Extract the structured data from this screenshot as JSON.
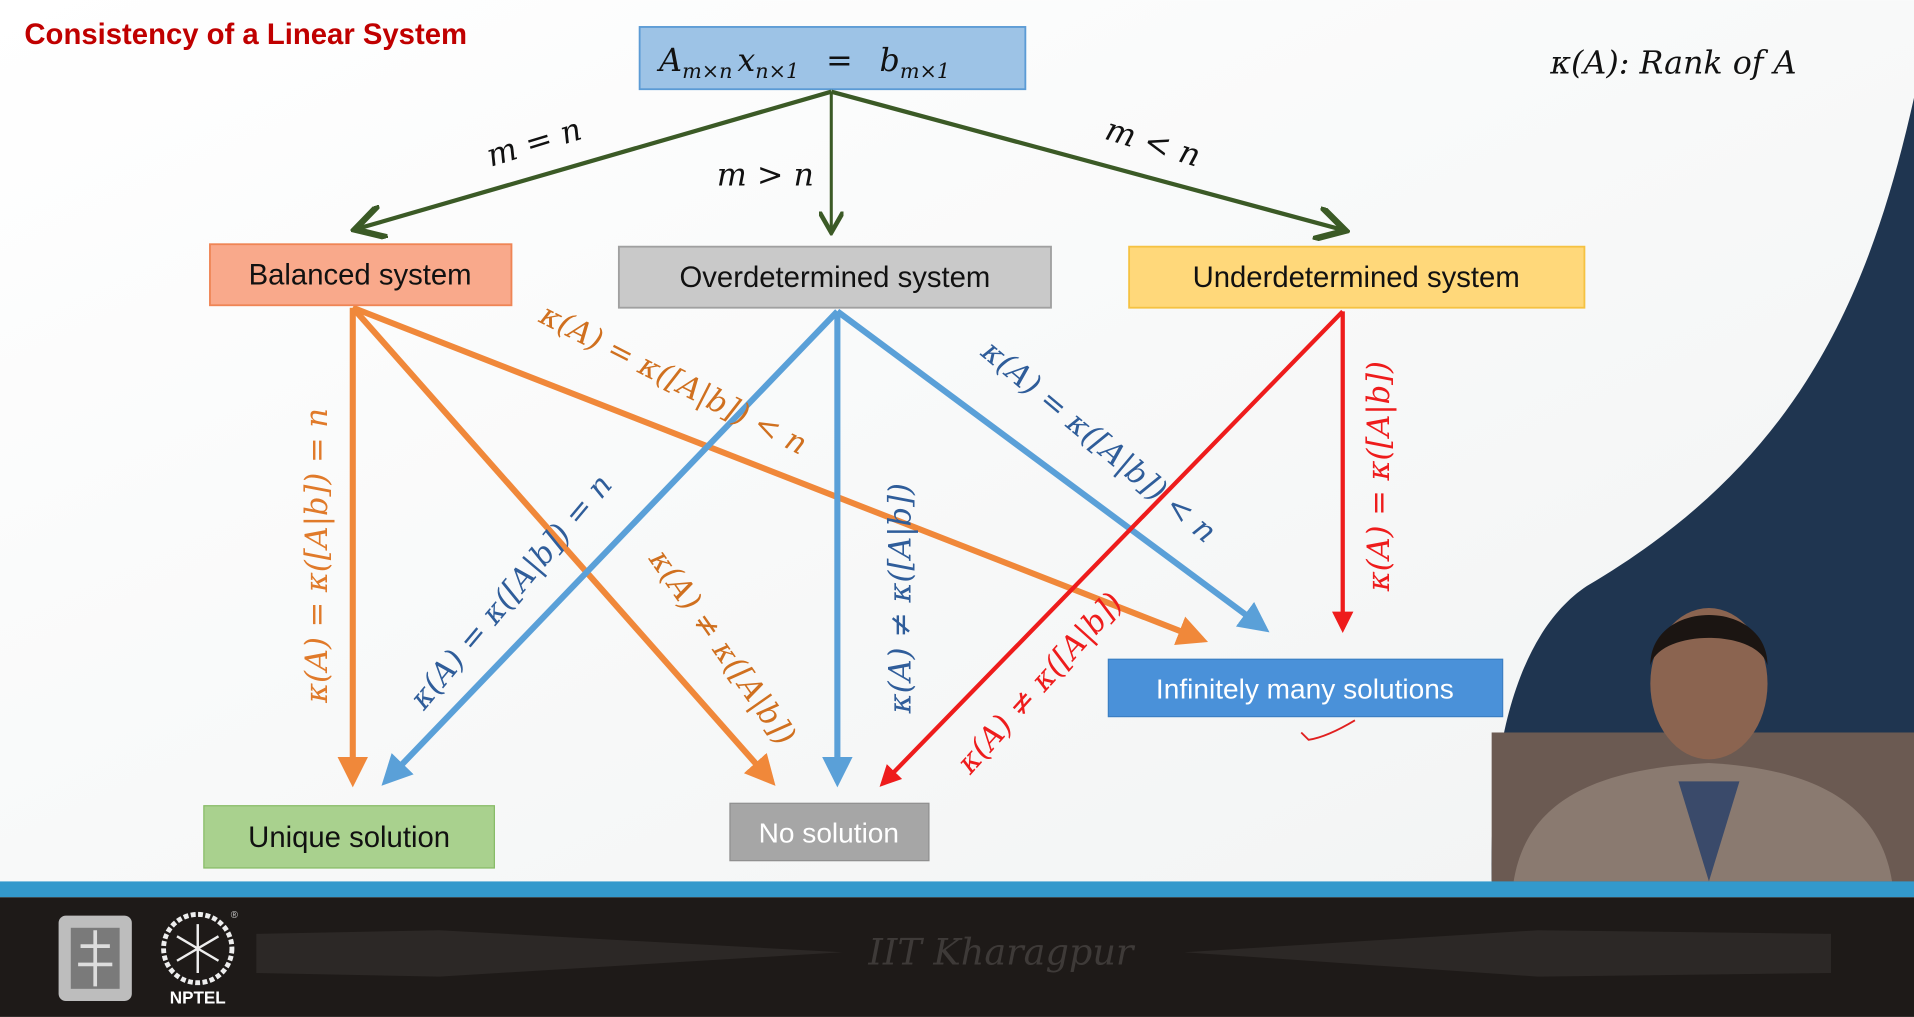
{
  "slide": {
    "title": "Consistency of a Linear System",
    "equation": {
      "A": "A",
      "A_sub": "m×n",
      "x": "x",
      "x_sub": "n×1",
      "eq": "=",
      "b": "b",
      "b_sub": "m×1"
    },
    "rank_note": "κ(A): Rank of A",
    "branches": {
      "balanced_cond": "m = n",
      "over_cond": "m > n",
      "under_cond": "m < n"
    },
    "boxes": {
      "balanced": "Balanced system",
      "overdetermined": "Overdetermined system",
      "underdetermined": "Underdetermined system",
      "infinite": "Infinitely many solutions",
      "unique": "Unique solution",
      "none": "No solution"
    },
    "edge_labels": {
      "balanced_unique": "κ(A) = κ([A|b]) = n",
      "balanced_infinite": "κ(A) = κ([A|b]) < n",
      "balanced_none": "κ(A) ≠ κ([A|b])",
      "over_unique": "κ(A) = κ([A|b]) = n",
      "over_none": "κ(A) ≠ κ([A|b])",
      "over_infinite": "κ(A) = κ([A|b]) < n",
      "under_infinite": "κ(A) = κ([A|b])",
      "under_none": "κ(A) ≠ κ([A|b])"
    },
    "colors": {
      "title": "#c00000",
      "green_arrow": "#3b5a26",
      "orange": "#f0883a",
      "blue": "#5aa0d8",
      "red": "#ee1c1c"
    }
  },
  "footer": {
    "institute": "IIT Kharagpur",
    "logo_text": "NPTEL",
    "registered": "®"
  }
}
